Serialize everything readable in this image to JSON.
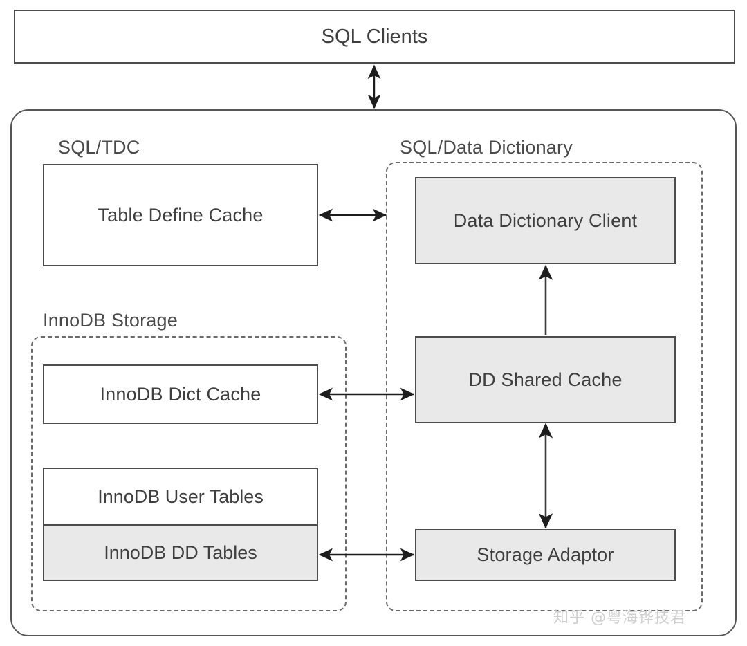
{
  "diagram": {
    "title_box": {
      "label": "SQL  Clients"
    },
    "groups": [
      {
        "key": "sql_tdc",
        "label": "SQL/TDC"
      },
      {
        "key": "sql_dd",
        "label": "SQL/Data Dictionary"
      },
      {
        "key": "innodb_storage",
        "label": "InnoDB Storage"
      }
    ],
    "nodes": [
      {
        "key": "table_define_cache",
        "label": "Table Define Cache",
        "fill": "white"
      },
      {
        "key": "data_dictionary_client",
        "label": "Data Dictionary Client",
        "fill": "gray"
      },
      {
        "key": "innodb_dict_cache",
        "label": "InnoDB Dict Cache",
        "fill": "white"
      },
      {
        "key": "dd_shared_cache",
        "label": "DD Shared Cache",
        "fill": "gray"
      },
      {
        "key": "innodb_user_tables",
        "label": "InnoDB User Tables",
        "fill": "white"
      },
      {
        "key": "innodb_dd_tables",
        "label": "InnoDB DD Tables",
        "fill": "gray"
      },
      {
        "key": "storage_adaptor",
        "label": "Storage Adaptor",
        "fill": "gray"
      }
    ],
    "connections": [
      {
        "key": "clients_to_server",
        "from": "SQL  Clients",
        "to": "Server",
        "arrows": "both",
        "orientation": "vertical"
      },
      {
        "key": "tdc_to_dd",
        "from": "Table Define Cache",
        "to": "SQL/Data Dictionary",
        "arrows": "both",
        "orientation": "horizontal"
      },
      {
        "key": "ddclient_from_cache",
        "from": "DD Shared Cache",
        "to": "Data Dictionary Client",
        "arrows": "up",
        "orientation": "vertical"
      },
      {
        "key": "dict_cache_to_shared",
        "from": "InnoDB Dict Cache",
        "to": "DD Shared Cache",
        "arrows": "both",
        "orientation": "horizontal"
      },
      {
        "key": "shared_to_adaptor",
        "from": "DD Shared Cache",
        "to": "Storage Adaptor",
        "arrows": "both",
        "orientation": "vertical"
      },
      {
        "key": "ddtables_to_adaptor",
        "from": "InnoDB DD Tables",
        "to": "Storage Adaptor",
        "arrows": "both",
        "orientation": "horizontal"
      }
    ],
    "watermark": {
      "text": "知乎 @粤海铧技君"
    },
    "colors": {
      "fill_gray": "#e9e9e9",
      "fill_white": "#ffffff",
      "stroke": "#4d4d4d",
      "dashed_stroke": "#6b6b6b",
      "text": "#3f3f3f"
    }
  }
}
